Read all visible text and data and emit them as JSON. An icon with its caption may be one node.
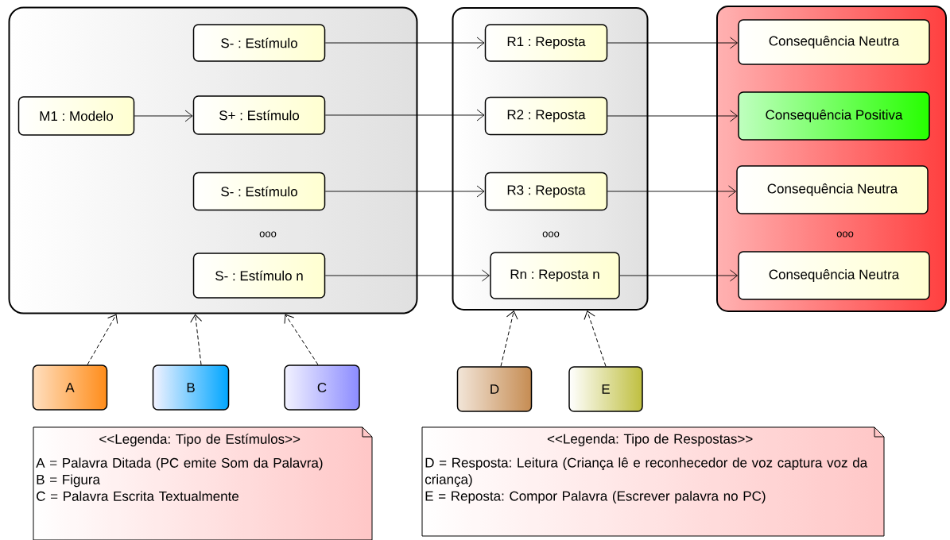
{
  "diagram": {
    "nodes": [
      {
        "text": [],
        "shape": "box"
      },
      {
        "text": [
          "S- : Estímulo"
        ],
        "in": 0
      },
      {
        "text": [
          "M1 : Modelo"
        ],
        "in": 0
      },
      {
        "text": [
          "S+ : Estímulo"
        ],
        "in": 0
      },
      {
        "text": [
          "S- : Estímulo"
        ],
        "in": 0
      },
      {
        "text": [
          "S- : Estímulo n"
        ],
        "in": 0
      },
      {
        "text": [],
        "shape": "box"
      },
      {
        "text": [
          "R1 : Reposta"
        ],
        "in": 6
      },
      {
        "text": [
          "R2 : Reposta"
        ],
        "in": 6
      },
      {
        "text": [
          "R3 : Reposta"
        ],
        "in": 6
      },
      {
        "text": [
          "Rn : Reposta n"
        ],
        "in": 6
      },
      {
        "text": [],
        "shape": "box"
      },
      {
        "text": [
          "Consequência Neutra"
        ],
        "in": 11
      },
      {
        "text": [
          "Consequência Positiva"
        ],
        "in": 11
      },
      {
        "text": [
          "Consequência Neutra"
        ],
        "in": 11
      },
      {
        "text": [
          "Consequência Neutra"
        ],
        "in": 11
      },
      {
        "text": [
          "A"
        ]
      },
      {
        "text": [
          "B"
        ]
      },
      {
        "text": [
          "C"
        ]
      },
      {
        "text": [
          "D"
        ]
      },
      {
        "text": [
          "E"
        ]
      },
      {
        "text": [
          "<<Legenda: Tipo de Estímulos>>",
          "A = Palavra Ditada (PC emite Som da Palavra)",
          "B = Figura",
          "C = Palavra Escrita Textualmente"
        ]
      },
      {
        "text": [
          "<<Legenda: Tipo de Respostas>>",
          "D = Resposta: Leitura (Criança lê e reconhecedor de voz captura voz da criança)",
          "E = Reposta: Compor Palavra (Escrever palavra no PC)"
        ]
      }
    ],
    "edges": [
      {
        "from": 2,
        "to": 3,
        "arrow": "to"
      },
      {
        "from": 1,
        "to": 7,
        "arrow": "to"
      },
      {
        "from": 3,
        "to": 8,
        "arrow": "to"
      },
      {
        "from": 4,
        "to": 9,
        "arrow": "to"
      },
      {
        "from": 5,
        "to": 10,
        "arrow": "to"
      },
      {
        "from": 7,
        "to": 12,
        "arrow": "to"
      },
      {
        "from": 8,
        "to": 13,
        "arrow": "to"
      },
      {
        "from": 9,
        "to": 14,
        "arrow": "to"
      },
      {
        "from": 10,
        "to": 15,
        "arrow": "to"
      },
      {
        "from": 16,
        "to": 0,
        "arrow": "to",
        "style": "dashed"
      },
      {
        "from": 17,
        "to": 0,
        "arrow": "to",
        "style": "dashed"
      },
      {
        "from": 18,
        "to": 0,
        "arrow": "to",
        "style": "dashed"
      },
      {
        "from": 19,
        "to": 6,
        "arrow": "to",
        "style": "dashed"
      },
      {
        "from": 20,
        "to": 6,
        "arrow": "to",
        "style": "dashed"
      }
    ],
    "labels": [
      "ooo",
      "ooo",
      "ooo"
    ]
  }
}
